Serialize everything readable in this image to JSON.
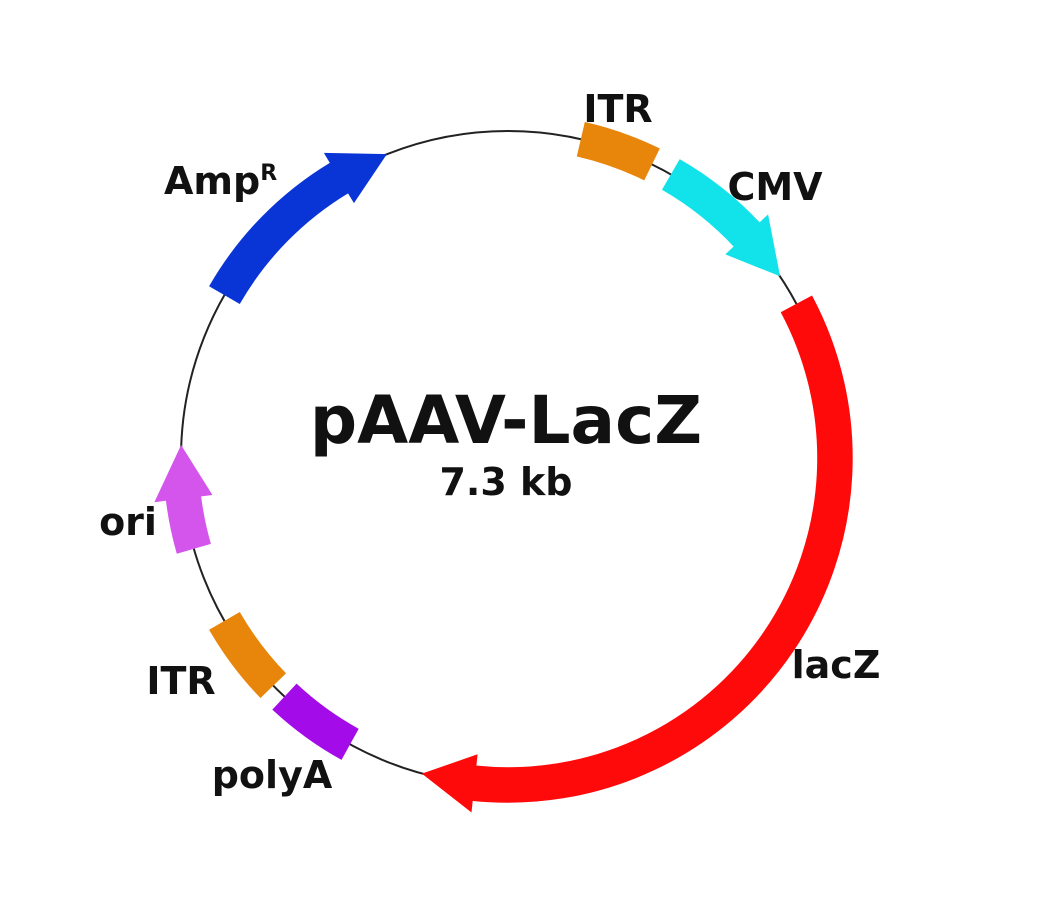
{
  "plasmid": {
    "name": "pAAV-LacZ",
    "size": "7.3 kb"
  },
  "features": [
    {
      "id": "itr-top",
      "label": "ITR",
      "color": "#e8860c",
      "start": 13,
      "end": 26,
      "dir": "none"
    },
    {
      "id": "cmv",
      "label": "CMV",
      "color": "#12e2ea",
      "start": 30,
      "end": 56,
      "dir": "cw"
    },
    {
      "id": "lacz",
      "label": "lacZ",
      "color": "#ff0a0a",
      "start": 62,
      "end": 195,
      "dir": "cw"
    },
    {
      "id": "polya",
      "label": "polyA",
      "color": "#a30ce8",
      "start": 209,
      "end": 223,
      "dir": "none"
    },
    {
      "id": "itr-bottom",
      "label": "ITR",
      "color": "#e8860c",
      "start": 226,
      "end": 240,
      "dir": "none"
    },
    {
      "id": "ori",
      "label": "ori",
      "color": "#d455ec",
      "start": 254,
      "end": 272,
      "dir": "cw"
    },
    {
      "id": "ampr",
      "label": "Amp",
      "label_sup": "R",
      "color": "#0a35d6",
      "start": 300,
      "end": 338,
      "dir": "cw"
    }
  ]
}
